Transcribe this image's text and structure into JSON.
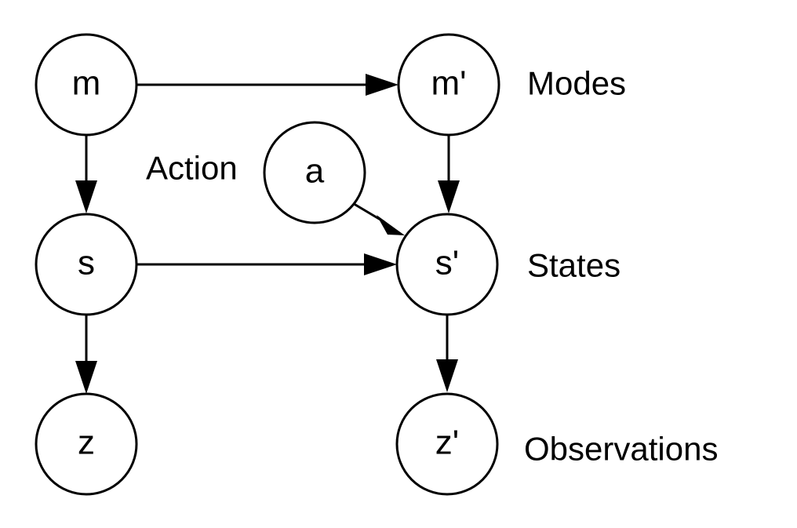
{
  "nodes": {
    "m": "m",
    "m_prime": "m'",
    "a": "a",
    "s": "s",
    "s_prime": "s'",
    "z": "z",
    "z_prime": "z'"
  },
  "labels": {
    "modes": "Modes",
    "action": "Action",
    "states": "States",
    "observations": "Observations"
  },
  "colors": {
    "stroke": "#000000",
    "background": "#ffffff"
  }
}
